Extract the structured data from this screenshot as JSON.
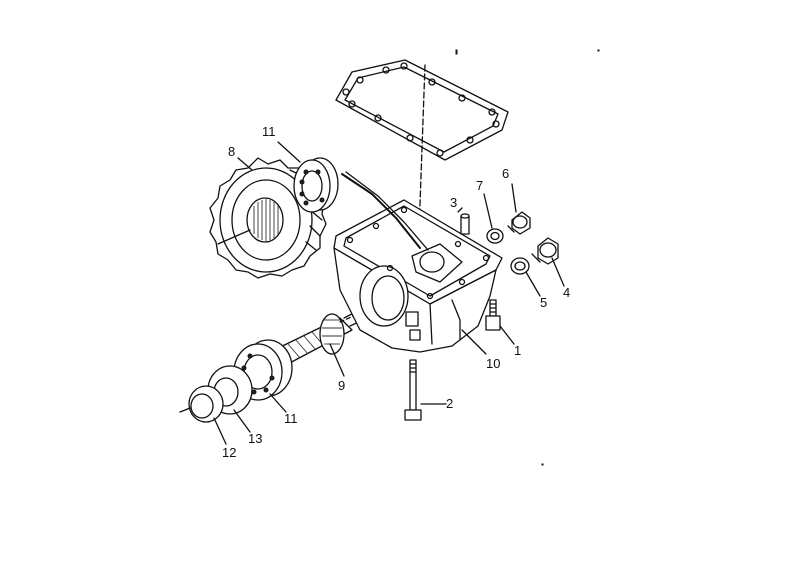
{
  "callouts": {
    "c1": "1",
    "c2": "2",
    "c3": "3",
    "c4": "4",
    "c5": "5",
    "c6": "6",
    "c7": "7",
    "c8": "8",
    "c9": "9",
    "c10": "10",
    "c11a": "11",
    "c11b": "11",
    "c12": "12",
    "c13": "13"
  }
}
